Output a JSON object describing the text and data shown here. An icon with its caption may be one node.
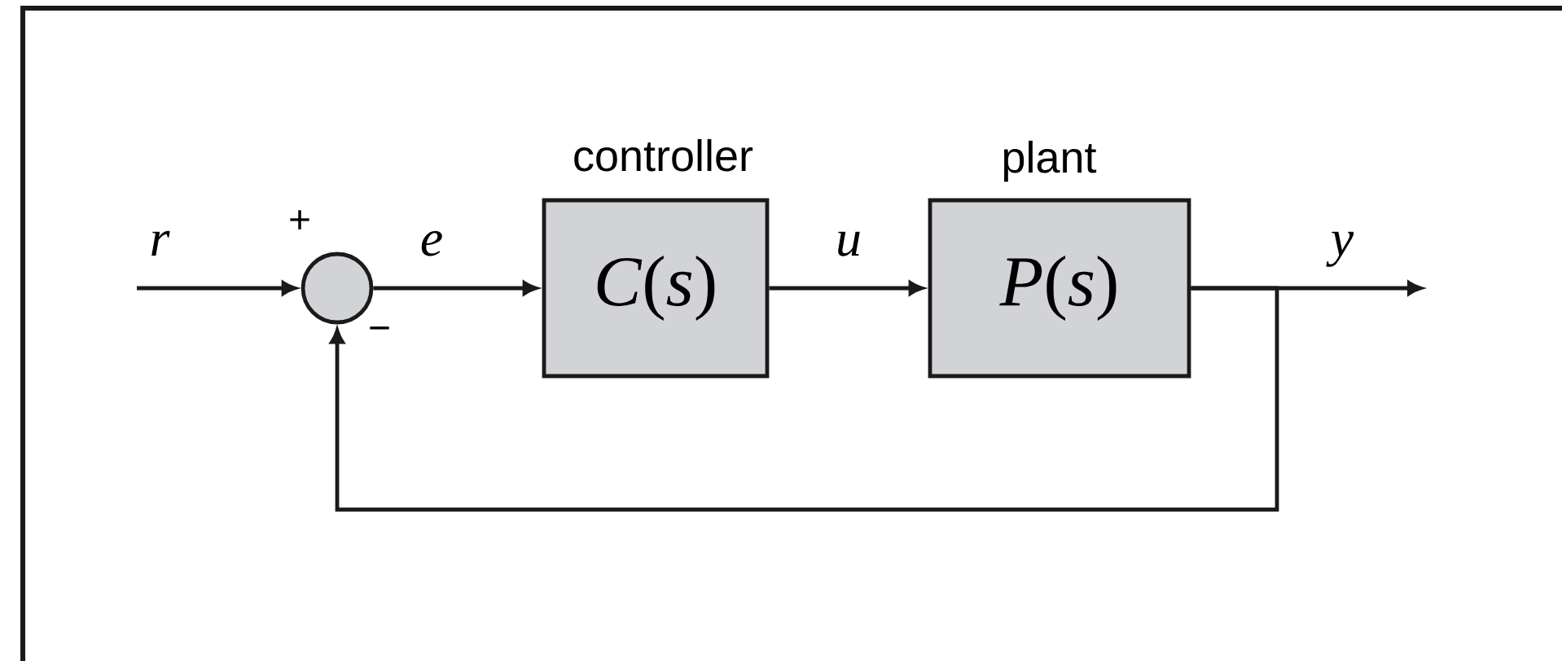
{
  "diagram": {
    "nodes": [
      {
        "text": [],
        "shape": "circle",
        "beside": [
          "+",
          "−"
        ]
      },
      {
        "text": [
          "controller",
          "*C*(*s*)"
        ]
      },
      {
        "text": [
          "plant",
          "*P*(*s*)"
        ]
      }
    ],
    "edges": [
      {
        "from": null,
        "to": 0,
        "arrow": "to",
        "label": "r"
      },
      {
        "from": 0,
        "to": 1,
        "arrow": "to",
        "label": "e"
      },
      {
        "from": 1,
        "to": 2,
        "arrow": "to",
        "label": "u"
      },
      {
        "from": 2,
        "to": null,
        "arrow": "to",
        "label": "y"
      },
      {
        "from": 2,
        "to": 0,
        "arrow": "to"
      }
    ]
  }
}
